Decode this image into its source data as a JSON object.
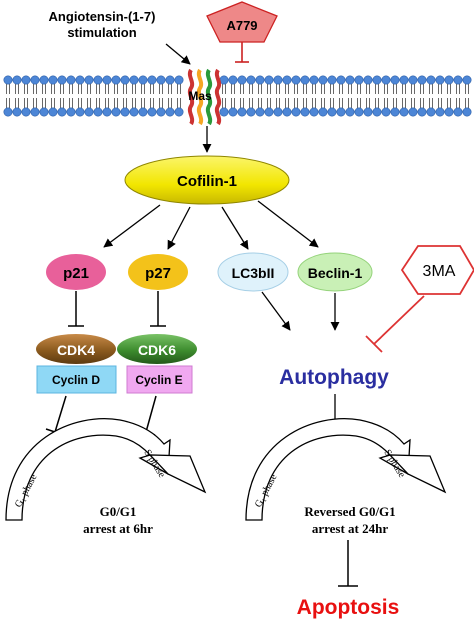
{
  "stimulus": {
    "line1": "Angiotensin-(1-7)",
    "line2": "stimulation"
  },
  "receptor": {
    "label": "Mas"
  },
  "inhibitors": {
    "a779": "A779",
    "three_ma": "3MA"
  },
  "hub": {
    "label": "Cofilin-1"
  },
  "nodes": {
    "p21": "p21",
    "p27": "p27",
    "lc3": "LC3bII",
    "beclin": "Beclin-1",
    "cdk4": "CDK4",
    "cdk6": "CDK6",
    "cyclin_d": "Cyclin D",
    "cyclin_e": "Cyclin E"
  },
  "autophagy": {
    "label": "Autophagy"
  },
  "apoptosis": {
    "label": "Apoptosis"
  },
  "cycle_left": {
    "g1": "G₁ phase",
    "s": "S phase",
    "arrest_line1": "G0/G1",
    "arrest_line2": "arrest at 6hr"
  },
  "cycle_right": {
    "g1": "G₁ phase",
    "s": "S phase",
    "arrest_line1": "Reversed G0/G1",
    "arrest_line2": "arrest at 24hr"
  },
  "colors": {
    "cofilin": "#f2e600",
    "p21": "#e8609a",
    "p27": "#f3c21a",
    "lc3": "#dff2fb",
    "beclin": "#c9f0b6",
    "cdk4": "#8b5a1e",
    "cdk6": "#3d8c2e",
    "cyclin_d": "#8fd8f5",
    "cyclin_e": "#f0a8f0",
    "autophagy_text": "#2a2ea0",
    "apoptosis_text": "#e81010",
    "inhibitor_stroke": "#e23030",
    "a779_fill": "#ee8888",
    "membrane": "#4d86d6"
  }
}
